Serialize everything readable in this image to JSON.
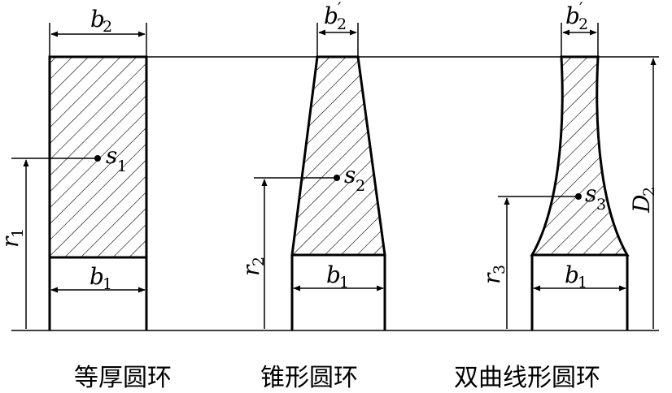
{
  "captions": {
    "uniform": "等厚圆环",
    "tapered": "锥形圆环",
    "hyperbolic": "双曲线形圆环"
  },
  "labels": {
    "b": "b",
    "one": "1",
    "two": "2",
    "three": "3",
    "prime": "′",
    "s": "s",
    "r": "r",
    "D": "D"
  }
}
